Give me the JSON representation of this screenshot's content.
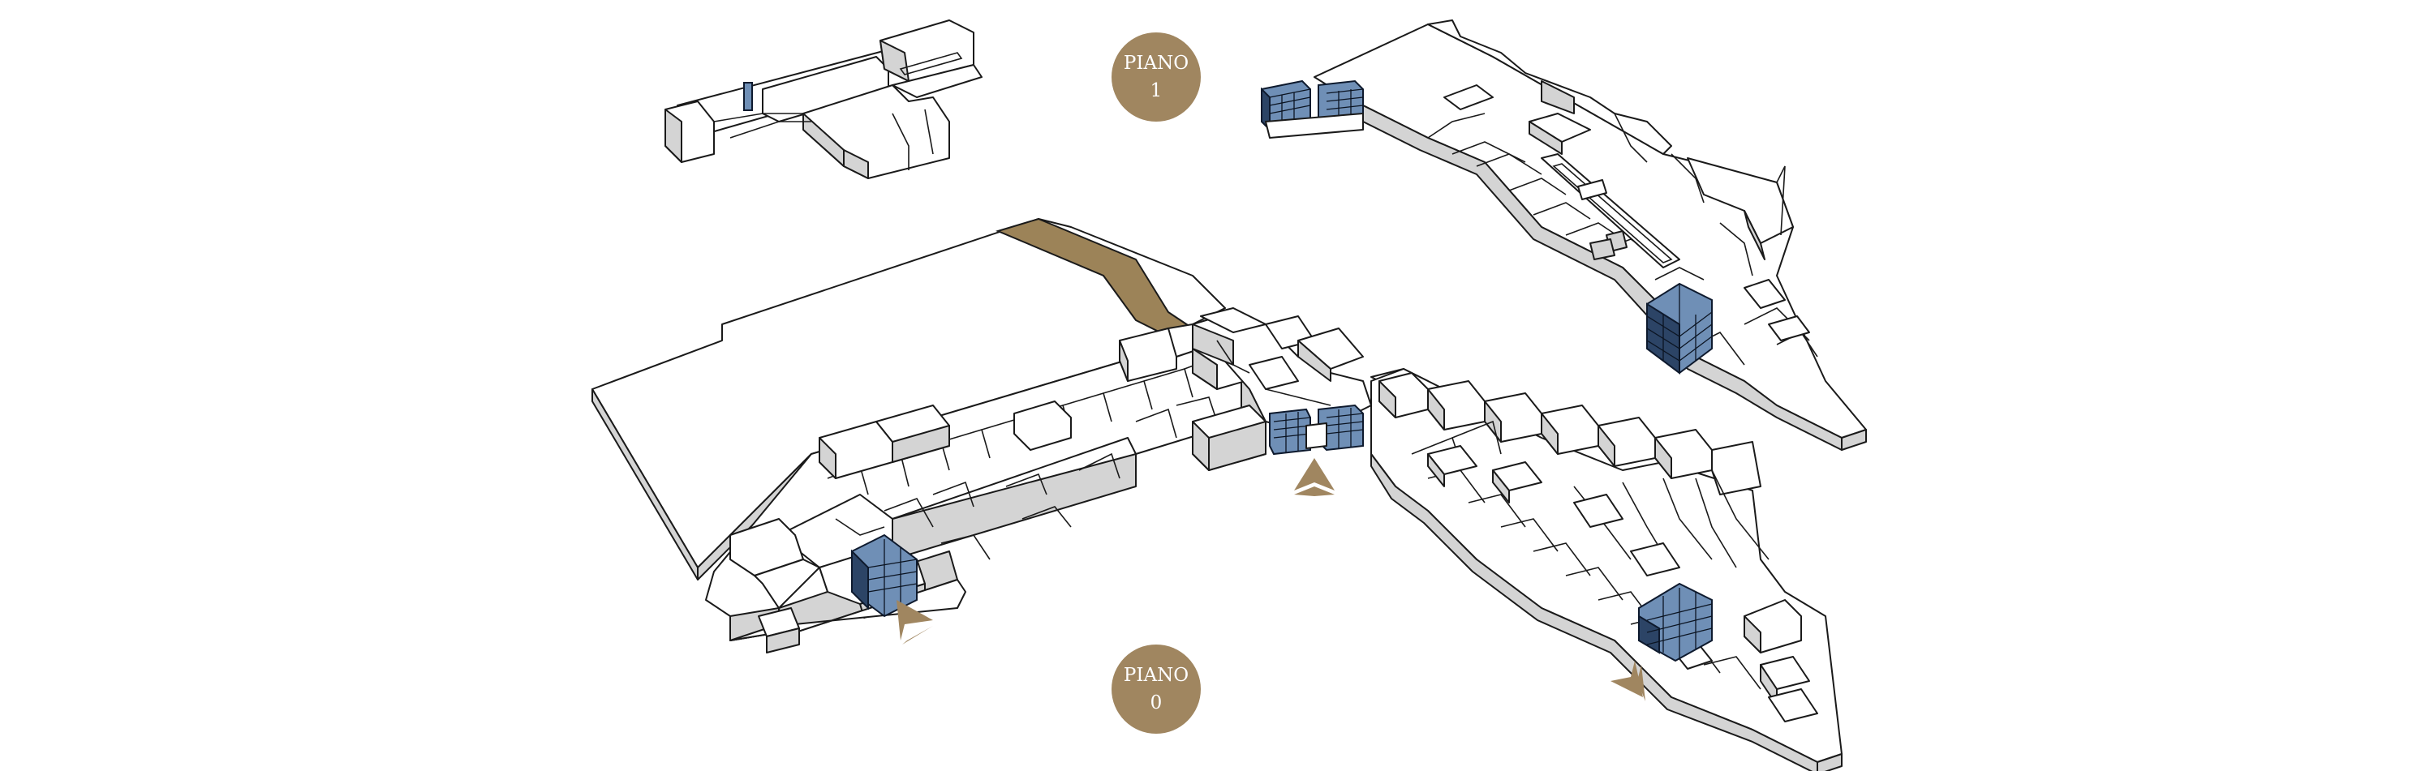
{
  "floors": {
    "upper": {
      "title": "PIANO",
      "number": "1"
    },
    "ground": {
      "title": "PIANO",
      "number": "0"
    }
  },
  "colors": {
    "badge": "#a08660",
    "highlight": "#9c8358",
    "glass": "#6f8fb6",
    "glass_dark": "#2c4466",
    "wall_stroke": "#1a1a1a"
  },
  "icons": {
    "entrance": "entrance-arrow-icon",
    "lift": "glass-lift-block"
  }
}
